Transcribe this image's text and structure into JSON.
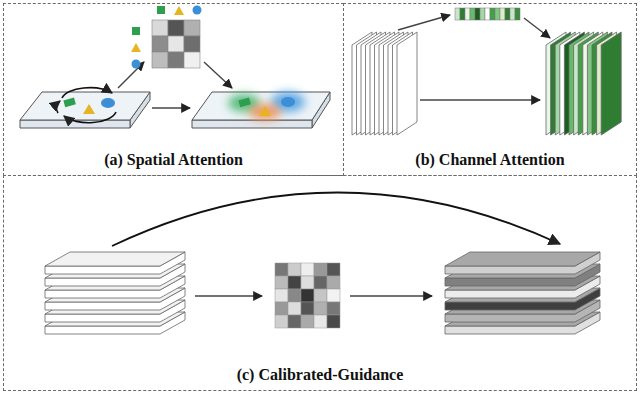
{
  "diagram": {
    "nodes": [
      {
        "text": [
          "(a) Spatial Attention"
        ]
      },
      {
        "text": [
          "(b) Channel Attention"
        ]
      },
      {
        "text": [
          "(c) Calibrated-Guidance"
        ]
      }
    ]
  }
}
